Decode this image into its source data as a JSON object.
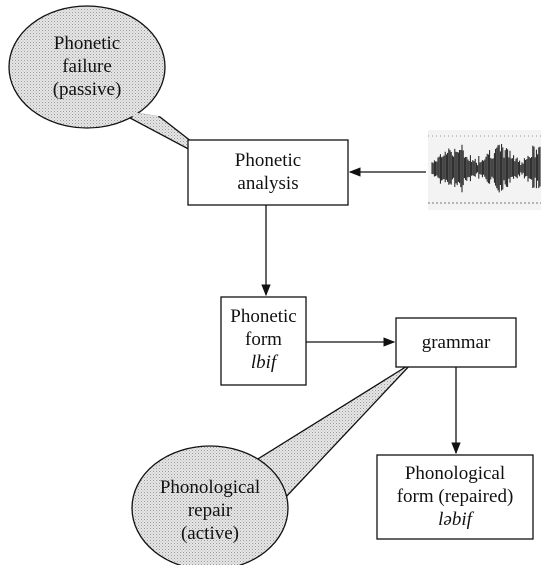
{
  "nodes": {
    "phonetic_failure": {
      "lines": [
        "Phonetic",
        "failure",
        "(passive)"
      ]
    },
    "phonetic_analysis": {
      "lines": [
        "Phonetic",
        "analysis"
      ]
    },
    "phonetic_form": {
      "lines": [
        "Phonetic",
        "form"
      ],
      "form": "lbif"
    },
    "grammar": {
      "label": "grammar"
    },
    "phonological_form": {
      "lines": [
        "Phonological",
        "form (repaired)"
      ],
      "form": "ləbif"
    },
    "phonological_repair": {
      "lines": [
        "Phonological",
        "repair",
        "(active)"
      ]
    }
  },
  "colors": {
    "stroke": "#111111",
    "bubble_fill": "#d9d9d9",
    "box_fill": "#ffffff",
    "waveform": "#1a1a1a"
  }
}
